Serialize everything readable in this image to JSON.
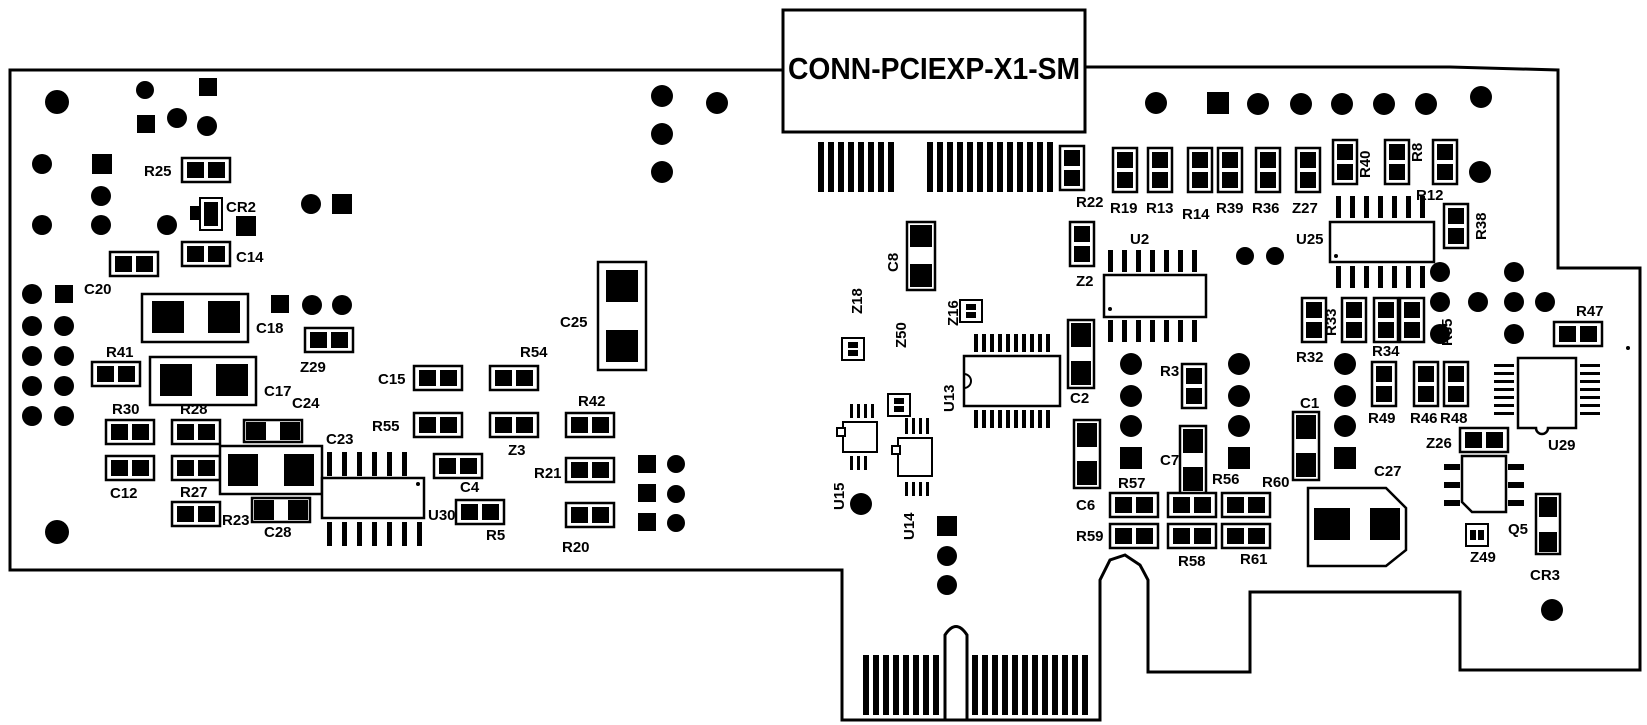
{
  "connector": {
    "label": "CONN-PCIEXP-X1-SM"
  },
  "components": {
    "R25": "R25",
    "CR2": "CR2",
    "C14": "C14",
    "C20": "C20",
    "C18": "C18",
    "Z29": "Z29",
    "R41": "R41",
    "C17": "C17",
    "R30": "R30",
    "R28": "R28",
    "C24": "C24",
    "C12": "C12",
    "R27": "R27",
    "C23": "C23",
    "R23": "R23",
    "C28": "C28",
    "U30": "U30",
    "C15": "C15",
    "R55": "R55",
    "R54": "R54",
    "Z3": "Z3",
    "C4": "C4",
    "R5": "R5",
    "C25": "C25",
    "R42": "R42",
    "R21": "R21",
    "R20": "R20",
    "C8": "C8",
    "Z18": "Z18",
    "Z50": "Z50",
    "Z16": "Z16",
    "U13": "U13",
    "U15": "U15",
    "U14": "U14",
    "R22": "R22",
    "R19": "R19",
    "R13": "R13",
    "R14": "R14",
    "R39": "R39",
    "R36": "R36",
    "Z27": "Z27",
    "R40": "R40",
    "R8": "R8",
    "R12": "R12",
    "R38": "R38",
    "U2": "U2",
    "U25": "U25",
    "Z2": "Z2",
    "C2": "C2",
    "R3": "R3",
    "C7": "C7",
    "C6": "C6",
    "R57": "R57",
    "R56": "R56",
    "R60": "R60",
    "R59": "R59",
    "R58": "R58",
    "R61": "R61",
    "C1": "C1",
    "C27": "C27",
    "R33": "R33",
    "R32": "R32",
    "R34": "R34",
    "R35": "R35",
    "R49": "R49",
    "R46": "R46",
    "R48": "R48",
    "R47": "R47",
    "U29": "U29",
    "Z26": "Z26",
    "Q5": "Q5",
    "Z49": "Z49",
    "CR3": "CR3"
  }
}
